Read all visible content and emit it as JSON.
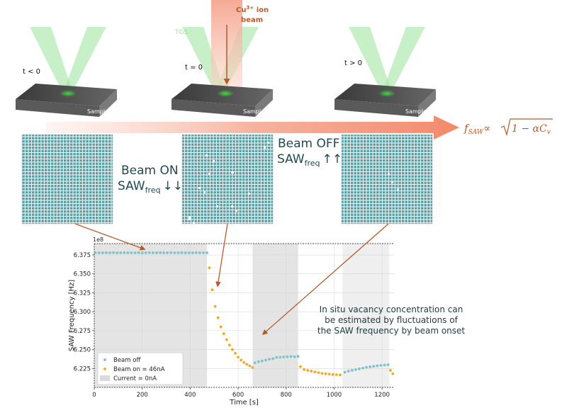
{
  "top_panel": {
    "stages": [
      {
        "time_label": "t < 0",
        "sample_label": "Sample"
      },
      {
        "time_label": "t = 0",
        "sample_label": "Sample"
      },
      {
        "time_label": "t > 0",
        "sample_label": "Sample"
      }
    ],
    "ion_beam_label_1": "Cu",
    "ion_beam_label_sup": "3+",
    "ion_beam_label_2": " ion",
    "ion_beam_label_3": "beam",
    "tgs_label": "TGS",
    "formula": {
      "lhs_f": "f",
      "lhs_sub": "SAW",
      "prop": "∝",
      "rhs": "1 − αC",
      "rhs_sub": "v"
    },
    "beam_on": {
      "line1": "Beam ON",
      "saw": "SAW",
      "sub": "freq",
      "arrows": "↓↓"
    },
    "beam_off": {
      "line1": "Beam OFF",
      "saw": "SAW",
      "sub": "freq",
      "arrows": "↑↑"
    },
    "annotation": [
      "In situ vacancy concentration can",
      "be estimated by fluctuations of",
      "the SAW frequency by beam onset"
    ],
    "colors": {
      "lattice": "#5b9ea3",
      "beam_green": "#9be39b",
      "ion_beam": "#f4a08a",
      "arrow_orange": "#f08a6a",
      "brown_arrow": "#b55a2a",
      "text_dark": "#1f4a52"
    }
  },
  "chart_data": {
    "type": "scatter",
    "xlabel": "Time [s]",
    "ylabel": "SAW Frequency [Hz]",
    "offset_label": "1e8",
    "xlim": [
      0,
      1250
    ],
    "ylim": [
      6.2,
      6.39
    ],
    "xticks": [
      0,
      200,
      400,
      600,
      800,
      1000,
      1200
    ],
    "yticks": [
      6.225,
      6.25,
      6.275,
      6.3,
      6.325,
      6.35,
      6.375
    ],
    "grid": true,
    "legend_position": "lower-left",
    "shaded_regions": [
      {
        "x": [
          0,
          470
        ],
        "color": "#e4e4e4"
      },
      {
        "x": [
          660,
          850
        ],
        "color": "#e4e4e4"
      },
      {
        "x": [
          1035,
          1230
        ],
        "color": "#efefef"
      }
    ],
    "series": [
      {
        "name": "Beam off",
        "color": "#7cc3c8",
        "points": [
          [
            5,
            6.3778
          ],
          [
            20,
            6.3779
          ],
          [
            35,
            6.3778
          ],
          [
            50,
            6.378
          ],
          [
            65,
            6.3779
          ],
          [
            80,
            6.3781
          ],
          [
            95,
            6.3778
          ],
          [
            110,
            6.3779
          ],
          [
            125,
            6.378
          ],
          [
            140,
            6.3778
          ],
          [
            155,
            6.3779
          ],
          [
            170,
            6.3778
          ],
          [
            185,
            6.378
          ],
          [
            200,
            6.3777
          ],
          [
            215,
            6.3779
          ],
          [
            230,
            6.3781
          ],
          [
            245,
            6.3778
          ],
          [
            260,
            6.3779
          ],
          [
            275,
            6.378
          ],
          [
            290,
            6.3778
          ],
          [
            305,
            6.3779
          ],
          [
            320,
            6.3781
          ],
          [
            335,
            6.3778
          ],
          [
            350,
            6.3779
          ],
          [
            365,
            6.378
          ],
          [
            380,
            6.3778
          ],
          [
            395,
            6.3779
          ],
          [
            410,
            6.3778
          ],
          [
            425,
            6.378
          ],
          [
            440,
            6.3779
          ],
          [
            455,
            6.3778
          ],
          [
            470,
            6.3779
          ],
          [
            670,
            6.2325
          ],
          [
            685,
            6.234
          ],
          [
            700,
            6.235
          ],
          [
            715,
            6.236
          ],
          [
            730,
            6.2372
          ],
          [
            745,
            6.238
          ],
          [
            760,
            6.2395
          ],
          [
            775,
            6.2398
          ],
          [
            790,
            6.2402
          ],
          [
            805,
            6.2405
          ],
          [
            820,
            6.2408
          ],
          [
            835,
            6.2405
          ],
          [
            850,
            6.241
          ],
          [
            1045,
            6.22
          ],
          [
            1060,
            6.2215
          ],
          [
            1075,
            6.2225
          ],
          [
            1090,
            6.2235
          ],
          [
            1105,
            6.2245
          ],
          [
            1120,
            6.2255
          ],
          [
            1135,
            6.2265
          ],
          [
            1150,
            6.2272
          ],
          [
            1165,
            6.2278
          ],
          [
            1180,
            6.2285
          ],
          [
            1195,
            6.229
          ],
          [
            1210,
            6.2295
          ],
          [
            1225,
            6.2298
          ]
        ]
      },
      {
        "name": "Beam on = 46nA",
        "color": "#f5a623",
        "points": [
          [
            480,
            6.358
          ],
          [
            492,
            6.329
          ],
          [
            504,
            6.307
          ],
          [
            516,
            6.292
          ],
          [
            528,
            6.28
          ],
          [
            540,
            6.271
          ],
          [
            552,
            6.263
          ],
          [
            564,
            6.256
          ],
          [
            576,
            6.25
          ],
          [
            588,
            6.245
          ],
          [
            600,
            6.24
          ],
          [
            612,
            6.236
          ],
          [
            624,
            6.233
          ],
          [
            636,
            6.2305
          ],
          [
            648,
            6.2285
          ],
          [
            660,
            6.2262
          ],
          [
            860,
            6.2275
          ],
          [
            875,
            6.2235
          ],
          [
            890,
            6.2225
          ],
          [
            905,
            6.2215
          ],
          [
            920,
            6.2205
          ],
          [
            935,
            6.2195
          ],
          [
            950,
            6.2185
          ],
          [
            965,
            6.218
          ],
          [
            980,
            6.2175
          ],
          [
            995,
            6.217
          ],
          [
            1010,
            6.2168
          ],
          [
            1025,
            6.2165
          ],
          [
            1235,
            6.2225
          ],
          [
            1245,
            6.218
          ]
        ]
      },
      {
        "name": "Current = 0nA",
        "color": "#d9d9d9"
      }
    ]
  }
}
